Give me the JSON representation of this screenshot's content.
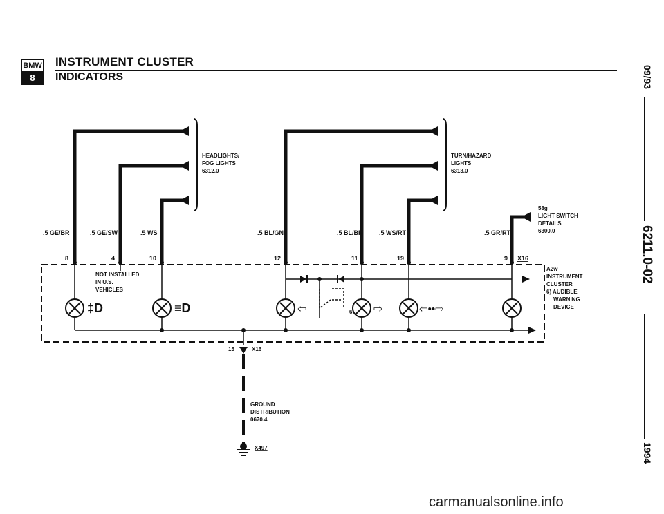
{
  "header": {
    "logo_top": "BMW",
    "logo_bottom": "8",
    "title": "INSTRUMENT CLUSTER",
    "subtitle": "INDICATORS"
  },
  "side": {
    "date": "09/93",
    "code": "6211.0-02",
    "year": "1994"
  },
  "footer": {
    "watermark": "carmanualsonline.info"
  },
  "diagram": {
    "group_labels": {
      "headlights": [
        "HEADLIGHTS/",
        "FOG LIGHTS",
        "6312.0"
      ],
      "turn": [
        "TURN/HAZARD",
        "LIGHTS",
        "6313.0"
      ],
      "light_switch": [
        "58g",
        "LIGHT SWITCH",
        "DETAILS",
        "6300.0"
      ],
      "cluster": [
        "A2w",
        "INSTRUMENT",
        "CLUSTER",
        "6) AUDIBLE",
        "WARNING",
        "DEVICE"
      ],
      "not_installed": [
        "NOT INSTALLED",
        "IN U.S.",
        "VEHICLES"
      ],
      "ground": [
        "GROUND",
        "DISTRIBUTION",
        "0670.4"
      ]
    },
    "wires": [
      ".5 GE/BR",
      ".5 GE/SW",
      ".5 WS",
      ".5 BL/GN",
      ".5 BL/BR",
      ".5 WS/RT",
      ".5 GR/RT"
    ],
    "pins": [
      "8",
      "4",
      "10",
      "12",
      "11",
      "19",
      "9"
    ],
    "connector_top": "X16",
    "ground_pin": "15",
    "ground_connector": "X16",
    "ground_point": "X497",
    "buzzer_label": "6"
  }
}
